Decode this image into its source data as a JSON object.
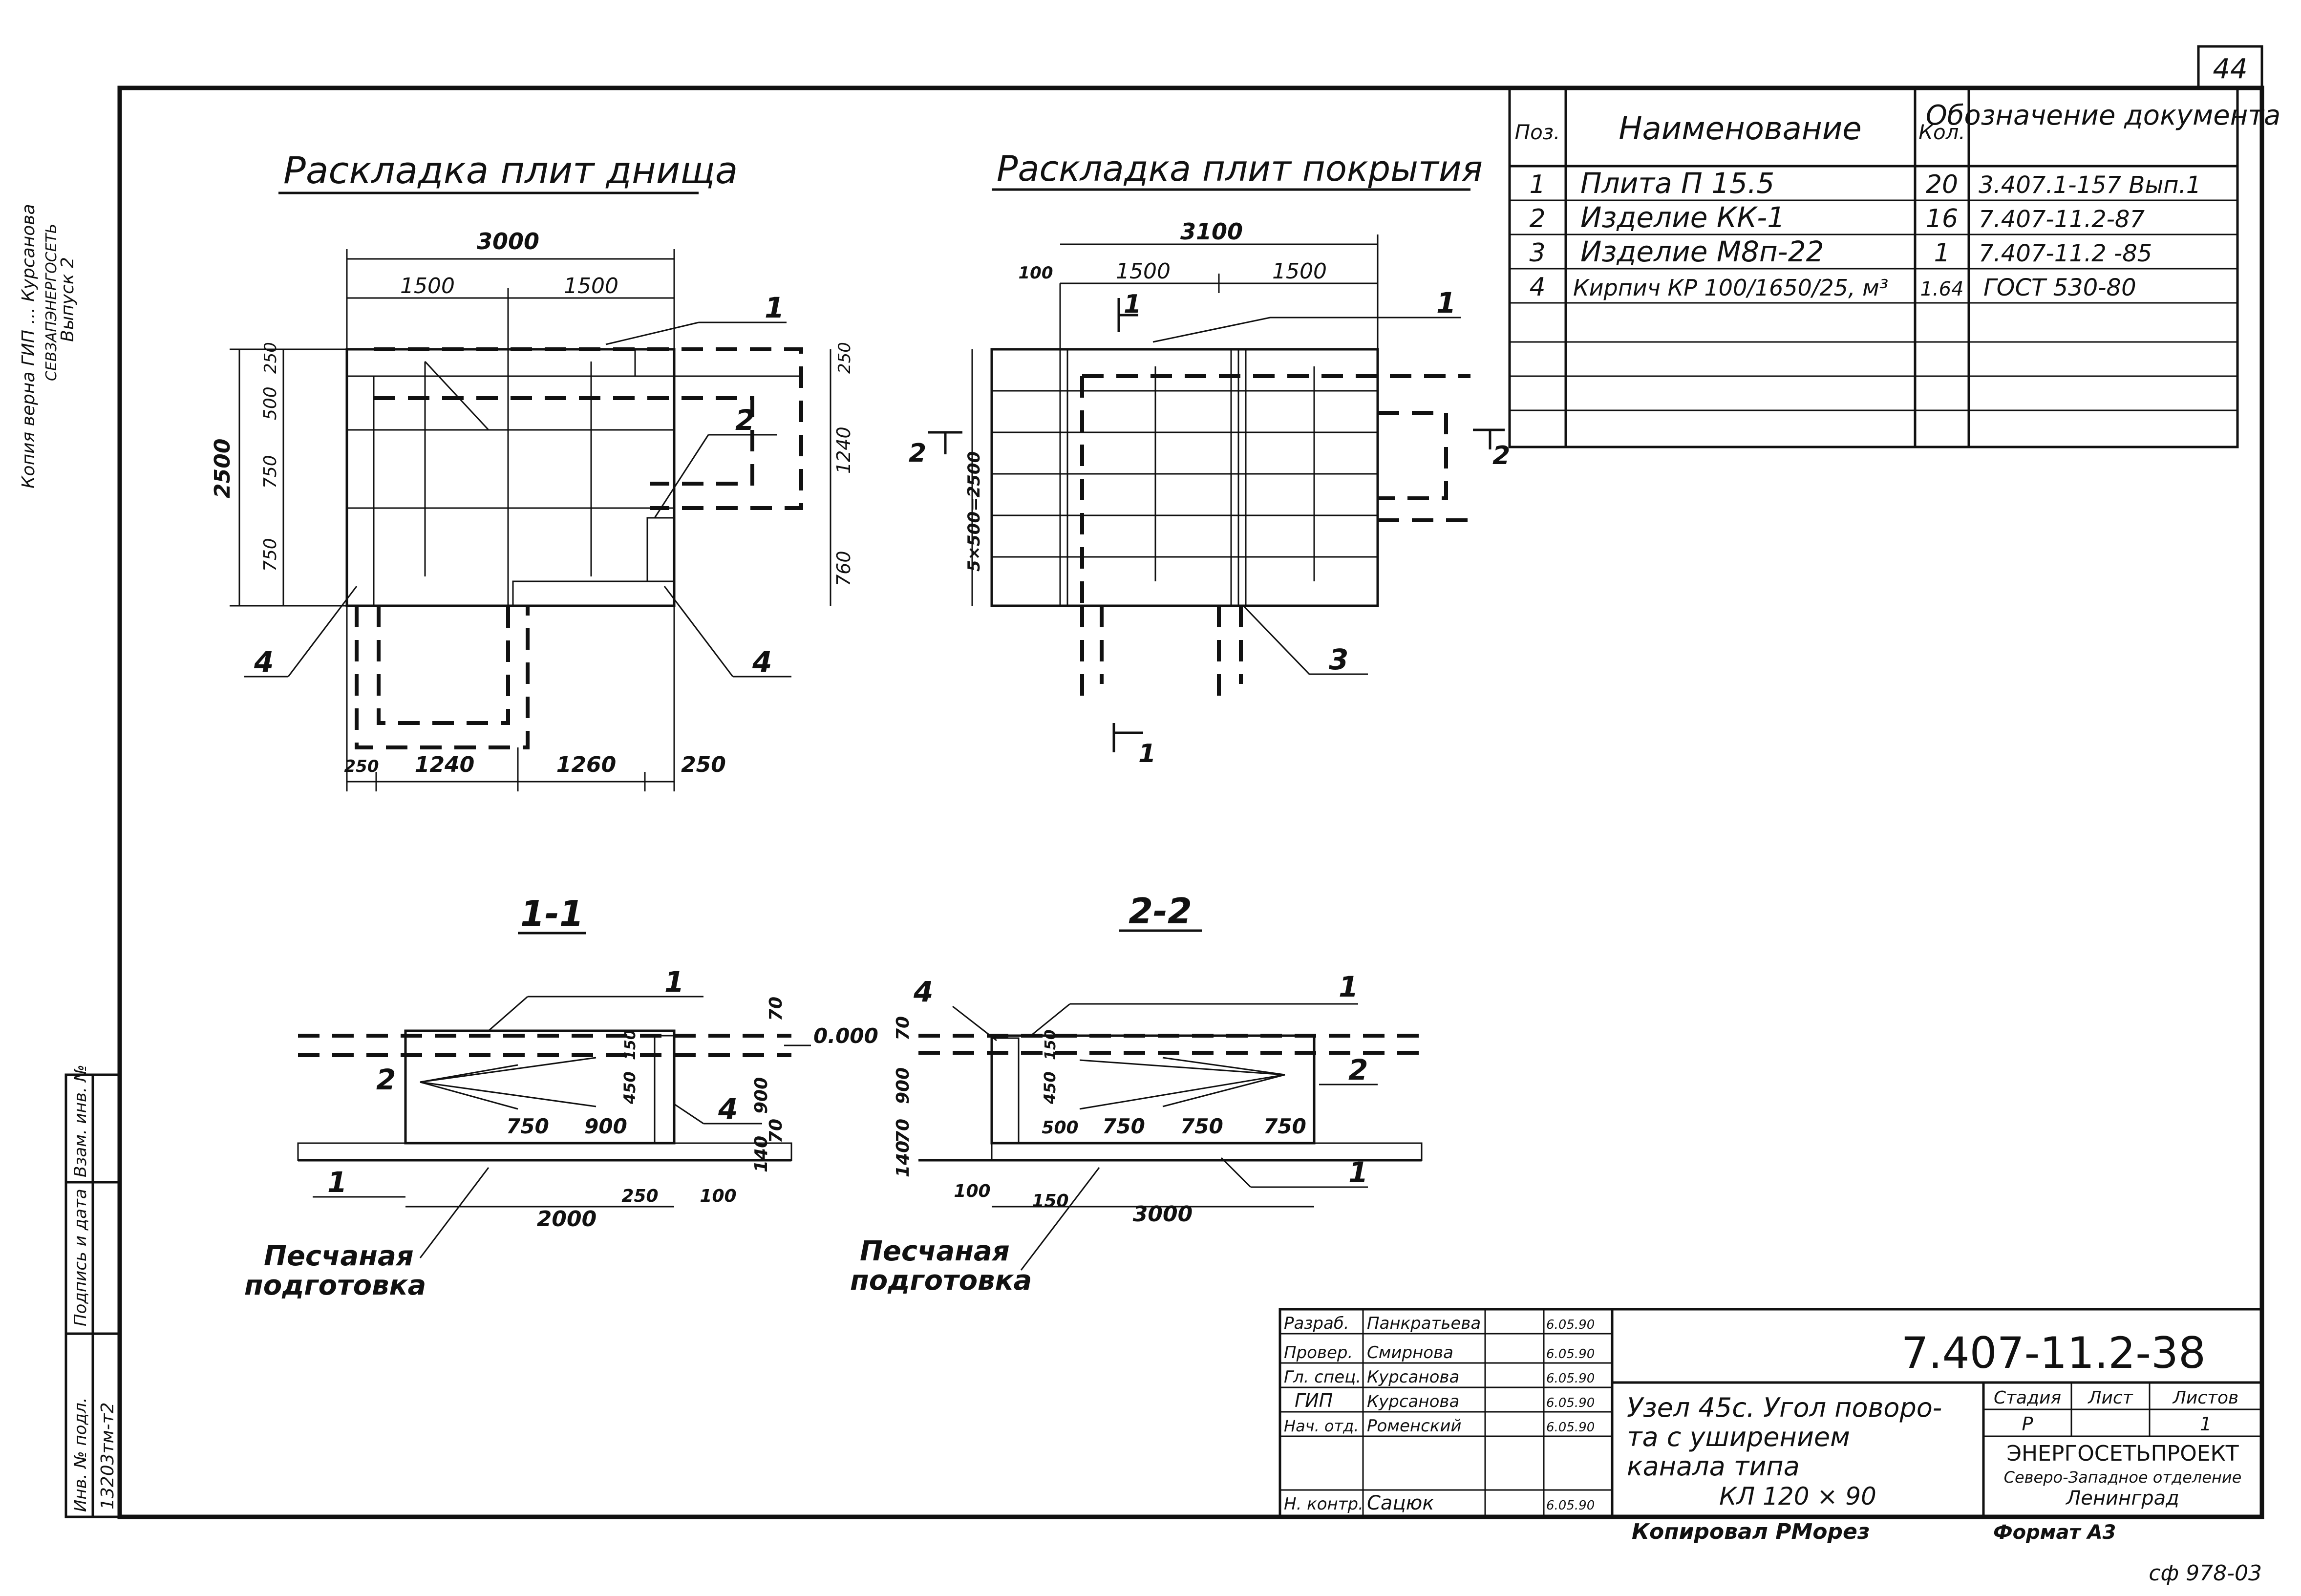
{
  "sheet": {
    "page_number": "44",
    "copy_note": "Копировал РМорез",
    "bottom_code": "сф 978-03"
  },
  "left_margin": {
    "stamp_lines": [
      "Копия верна ГИП ... Курсанова",
      "СЕВЗАПЭНЕРГОСЕТЬ",
      "Выпуск 2"
    ],
    "box_labels": [
      "Инв. № подл.",
      "Подпись и дата",
      "Взам. инв. №"
    ],
    "inv_number": "13203тм-т2"
  },
  "views": {
    "bottom_plan": {
      "title": "Раскладка плит днища",
      "dims": {
        "overall": "3000",
        "top_left": "1500",
        "top_right": "1500",
        "left_total": "2500",
        "left_1": "250",
        "left_2": "500",
        "left_3": "750",
        "left_4": "750",
        "right_1": "250",
        "right_2": "1240",
        "right_3": "760",
        "bottom_1": "250",
        "bottom_2": "1240",
        "bottom_3": "1260",
        "bottom_4": "250"
      },
      "callouts": [
        "1",
        "2",
        "4",
        "4"
      ]
    },
    "top_plan": {
      "title": "Раскладка плит покрытия",
      "dims": {
        "overall": "3100",
        "left": "100",
        "mid_1": "1500",
        "mid_2": "1500",
        "height": "5×500=2500"
      },
      "section_marks": [
        "1",
        "2",
        "1",
        "2"
      ],
      "callouts": [
        "1",
        "3"
      ]
    },
    "section_1": {
      "title": "1-1",
      "dims": {
        "level": "0.000",
        "h1": "70",
        "h2": "900",
        "h3": "70",
        "h4": "140",
        "b1": "750",
        "b2": "900",
        "v": "450",
        "v2": "150",
        "w": "2000",
        "w2": "250",
        "w3": "100"
      },
      "callouts": [
        "1",
        "2",
        "4",
        "1"
      ],
      "label": "Песчаная подготовка"
    },
    "section_2": {
      "title": "2-2",
      "dims": {
        "h1": "70",
        "h2": "900",
        "h3": "70",
        "h4": "140",
        "b1": "500",
        "b2": "750",
        "b3": "750",
        "b4": "750",
        "v": "450",
        "v2": "150",
        "w": "3000",
        "w2": "100",
        "w3": "150"
      },
      "callouts": [
        "4",
        "1",
        "2",
        "1"
      ],
      "label": "Песчаная подготовка"
    }
  },
  "spec_table": {
    "headers": [
      "Поз.",
      "Наименование",
      "Кол.",
      "Обозначение документа"
    ],
    "rows": [
      [
        "1",
        "Плита П 15.5",
        "20",
        "3.407.1-157 Вып.1"
      ],
      [
        "2",
        "Изделие КК-1",
        "16",
        "7.407-11.2-87"
      ],
      [
        "3",
        "Изделие М8п-22",
        "1",
        "7.407-11.2 -85"
      ],
      [
        "4",
        "Кирпич КР 100/1650/25, м³",
        "1.64",
        "ГОСТ 530-80"
      ],
      [
        "",
        "",
        "",
        ""
      ],
      [
        "",
        "",
        "",
        ""
      ],
      [
        "",
        "",
        "",
        ""
      ],
      [
        "",
        "",
        "",
        ""
      ]
    ]
  },
  "title_block": {
    "doc_code": "7.407-11.2-38",
    "title_lines": [
      "Узел 45с. Угол поворо-",
      "та с уширением",
      "канала типа",
      "КЛ 120 × 90"
    ],
    "stage_headers": [
      "Стадия",
      "Лист",
      "Листов"
    ],
    "stage_values": [
      "Р",
      "",
      "1"
    ],
    "org_lines": [
      "ЭНЕРГОСЕТЬПРОЕКТ",
      "Северо-Западное отделение",
      "Ленинград"
    ],
    "format": "Формат А3",
    "people": [
      {
        "role": "Разраб.",
        "name": "Панкратьева",
        "date": "6.05.90"
      },
      {
        "role": "Провер.",
        "name": "Смирнова",
        "date": "6.05.90"
      },
      {
        "role": "Гл. спец.",
        "name": "Курсанова",
        "date": "6.05.90"
      },
      {
        "role": "ГИП",
        "name": "Курсанова",
        "date": "6.05.90"
      },
      {
        "role": "Нач. отд.",
        "name": "Роменский",
        "date": "6.05.90"
      },
      {
        "role": "",
        "name": "",
        "date": ""
      },
      {
        "role": "Н. контр.",
        "name": "Сацюк",
        "date": "6.05.90"
      }
    ]
  }
}
